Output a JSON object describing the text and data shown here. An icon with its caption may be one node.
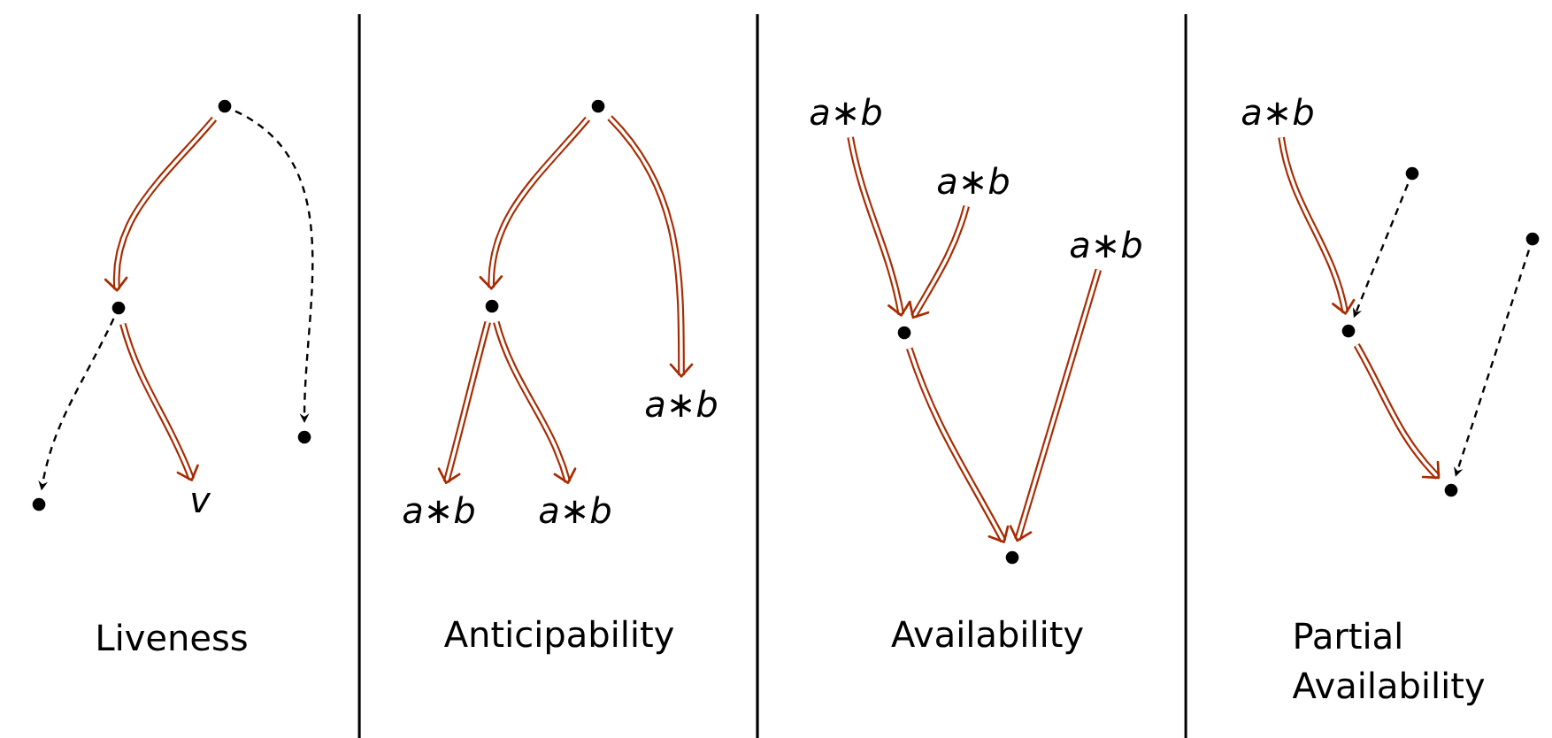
{
  "diagram": {
    "nodes": [
      {
        "text": [],
        "shape": "circle"
      },
      {
        "text": [],
        "shape": "circle"
      },
      {
        "text": [],
        "shape": "circle"
      },
      {
        "text": [],
        "shape": "circle"
      },
      {
        "text": [
          "v"
        ]
      },
      {
        "text": [],
        "shape": "circle"
      },
      {
        "text": [],
        "shape": "circle"
      },
      {
        "text": [
          "a∗b"
        ]
      },
      {
        "text": [
          "a∗b"
        ]
      },
      {
        "text": [
          "a∗b"
        ]
      },
      {
        "text": [
          "a∗b"
        ]
      },
      {
        "text": [
          "a∗b"
        ]
      },
      {
        "text": [
          "a∗b"
        ]
      },
      {
        "text": [],
        "shape": "circle"
      },
      {
        "text": [],
        "shape": "circle"
      },
      {
        "text": [
          "a∗b"
        ]
      },
      {
        "text": [],
        "shape": "circle"
      },
      {
        "text": [],
        "shape": "circle"
      },
      {
        "text": [],
        "shape": "circle"
      },
      {
        "text": [],
        "shape": "circle"
      }
    ],
    "edges": [
      {
        "from": 0,
        "to": 1,
        "arrow": "to"
      },
      {
        "from": 0,
        "to": 2,
        "arrow": "to",
        "style": "dashed",
        "color": "#000000"
      },
      {
        "from": 1,
        "to": 3,
        "arrow": "to",
        "style": "dashed",
        "color": "#000000"
      },
      {
        "from": 1,
        "to": 4,
        "arrow": "to"
      },
      {
        "from": 5,
        "to": 6,
        "arrow": "to"
      },
      {
        "from": 5,
        "to": 7,
        "arrow": "to"
      },
      {
        "from": 6,
        "to": 8,
        "arrow": "to"
      },
      {
        "from": 6,
        "to": 9,
        "arrow": "to"
      },
      {
        "from": 10,
        "to": 13,
        "arrow": "to"
      },
      {
        "from": 11,
        "to": 13,
        "arrow": "to"
      },
      {
        "from": 13,
        "to": 14,
        "arrow": "to"
      },
      {
        "from": 12,
        "to": 14,
        "arrow": "to"
      },
      {
        "from": 15,
        "to": 18,
        "arrow": "to"
      },
      {
        "from": 16,
        "to": 18,
        "arrow": "to",
        "style": "dashed",
        "color": "#000000"
      },
      {
        "from": 18,
        "to": 19,
        "arrow": "to"
      },
      {
        "from": 17,
        "to": 19,
        "arrow": "to",
        "style": "dashed",
        "color": "#000000"
      }
    ],
    "labels": [
      "Liveness",
      "Anticipability",
      "Availability",
      "Partial Availability"
    ]
  }
}
